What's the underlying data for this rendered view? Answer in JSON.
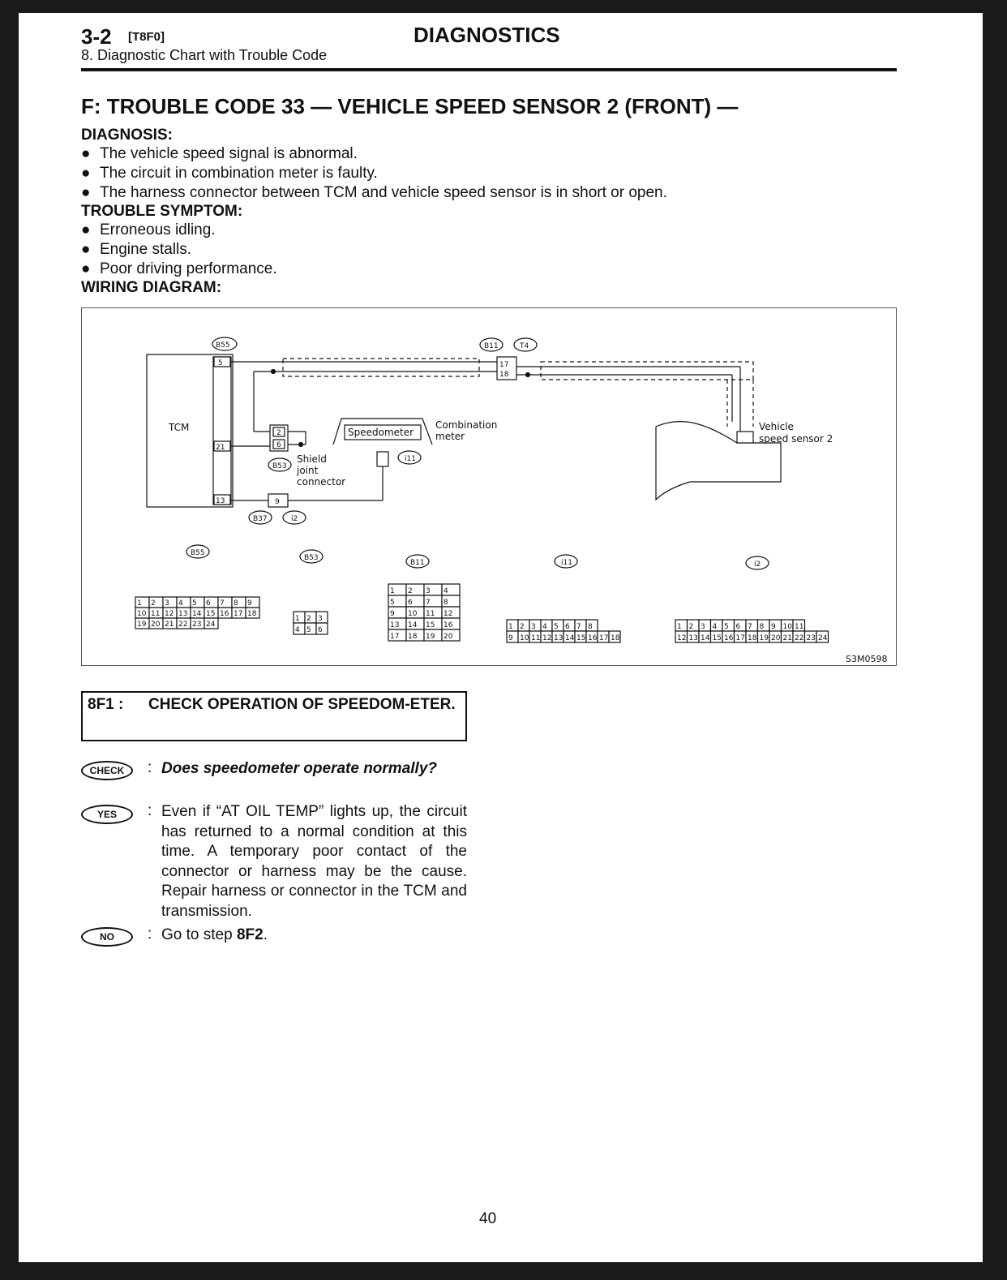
{
  "header": {
    "section_number": "3-2",
    "section_code": "[T8F0]",
    "section_title": "DIAGNOSTICS",
    "subsection": "8. Diagnostic Chart with Trouble Code"
  },
  "title": "F: TROUBLE CODE 33 — VEHICLE SPEED SENSOR 2 (FRONT) —",
  "diagnosis": {
    "heading": "DIAGNOSIS:",
    "items": [
      "The vehicle speed signal is abnormal.",
      "The circuit in combination meter is faulty.",
      "The harness connector between TCM and vehicle speed sensor is in short or open."
    ]
  },
  "trouble_symptom": {
    "heading": "TROUBLE SYMPTOM:",
    "items": [
      "Erroneous idling.",
      "Engine stalls.",
      "Poor driving performance."
    ]
  },
  "wiring_heading": "WIRING DIAGRAM:",
  "diagram": {
    "tcm": "TCM",
    "speedometer": "Speedometer",
    "combination_meter": [
      "Combination",
      "meter"
    ],
    "shield_joint": [
      "Shield",
      "joint",
      "connector"
    ],
    "vehicle_speed_sensor": [
      "Vehicle",
      "speed sensor 2"
    ],
    "connectors": {
      "b55": "B55",
      "b11": "B11",
      "t4": "T4",
      "b53": "B53",
      "i11": "i11",
      "b37": "B37",
      "i2": "i2"
    },
    "pins": {
      "tcm": [
        "5",
        "21",
        "13"
      ],
      "shield": [
        "2",
        "6"
      ],
      "b11_t4": [
        "17",
        "18"
      ],
      "b37": "9"
    },
    "figure_id": "S3M0598",
    "connector_faces": {
      "b55": {
        "rows": [
          [
            "1",
            "2",
            "3",
            "4",
            "5",
            "6",
            "7",
            "8",
            "9"
          ],
          [
            "10",
            "11",
            "12",
            "13",
            "14",
            "15",
            "16",
            "17",
            "18"
          ],
          [
            "19",
            "20",
            "21",
            "22",
            "23",
            "24"
          ]
        ]
      },
      "b53": {
        "rows": [
          [
            "1",
            "2",
            "3"
          ],
          [
            "4",
            "5",
            "6"
          ]
        ]
      },
      "b11": {
        "rows": [
          [
            "1",
            "2",
            "3",
            "4"
          ],
          [
            "5",
            "6",
            "7",
            "8"
          ],
          [
            "9",
            "10",
            "11",
            "12"
          ],
          [
            "13",
            "14",
            "15",
            "16"
          ],
          [
            "17",
            "18",
            "19",
            "20"
          ]
        ]
      },
      "i11": {
        "rows": [
          [
            "1",
            "2",
            "3",
            "4",
            "5",
            "6",
            "7",
            "8"
          ],
          [
            "9",
            "10",
            "11",
            "12",
            "13",
            "14",
            "15",
            "16",
            "17",
            "18"
          ]
        ]
      },
      "i2": {
        "rows": [
          [
            "1",
            "2",
            "3",
            "4",
            "5",
            "6",
            "7",
            "8",
            "9",
            "10",
            "11"
          ],
          [
            "12",
            "13",
            "14",
            "15",
            "16",
            "17",
            "18",
            "19",
            "20",
            "21",
            "22",
            "23",
            "24"
          ]
        ]
      }
    }
  },
  "step": {
    "number": "8F1 :",
    "title": "CHECK OPERATION OF SPEEDOM-ETER.",
    "check_badge": "CHECK",
    "check_question": "Does speedometer operate normally?",
    "yes_badge": "YES",
    "yes_text": "Even if “AT OIL TEMP” lights up, the circuit has returned to a normal condition at this time. A temporary poor contact of the connector or harness may be the cause. Repair harness or connector in the TCM and transmission.",
    "no_badge": "NO",
    "no_text_prefix": "Go to step ",
    "no_step": "8F2",
    "no_text_suffix": "."
  },
  "page_number": "40"
}
